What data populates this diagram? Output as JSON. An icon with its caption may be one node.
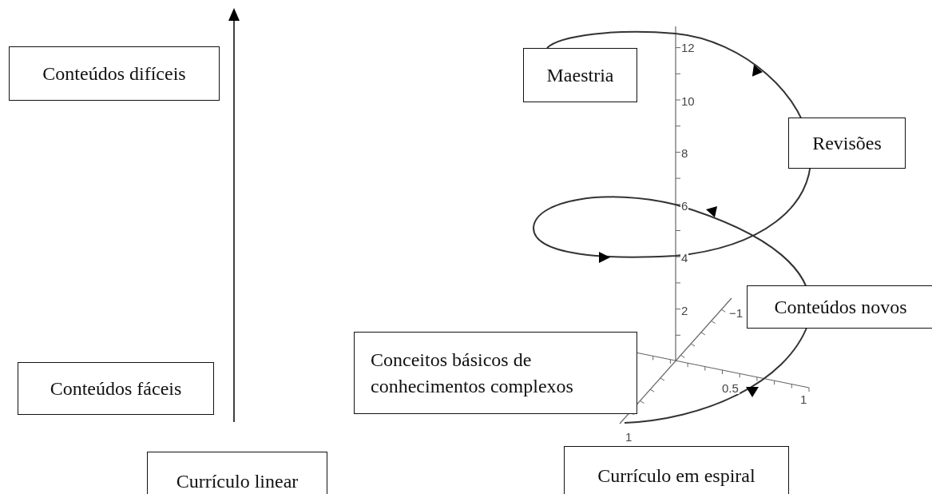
{
  "diagram": {
    "nodes": [
      {
        "text": [
          "Conteúdos difíceis"
        ]
      },
      {
        "text": [
          "Maestria"
        ]
      },
      {
        "text": [
          "Revisões"
        ]
      },
      {
        "text": [
          "Conteúdos novos"
        ]
      },
      {
        "text": [
          "Conceitos básicos de conhecimentos complexos"
        ]
      },
      {
        "text": [
          "Conteúdos fáceis"
        ]
      },
      {
        "text": [
          "Currículo linear"
        ]
      },
      {
        "text": [
          "Currículo em espiral"
        ]
      }
    ],
    "labels": [
      "12",
      "10",
      "8",
      "6",
      "4",
      "2",
      "−1",
      "0.5",
      "1",
      "1"
    ]
  }
}
